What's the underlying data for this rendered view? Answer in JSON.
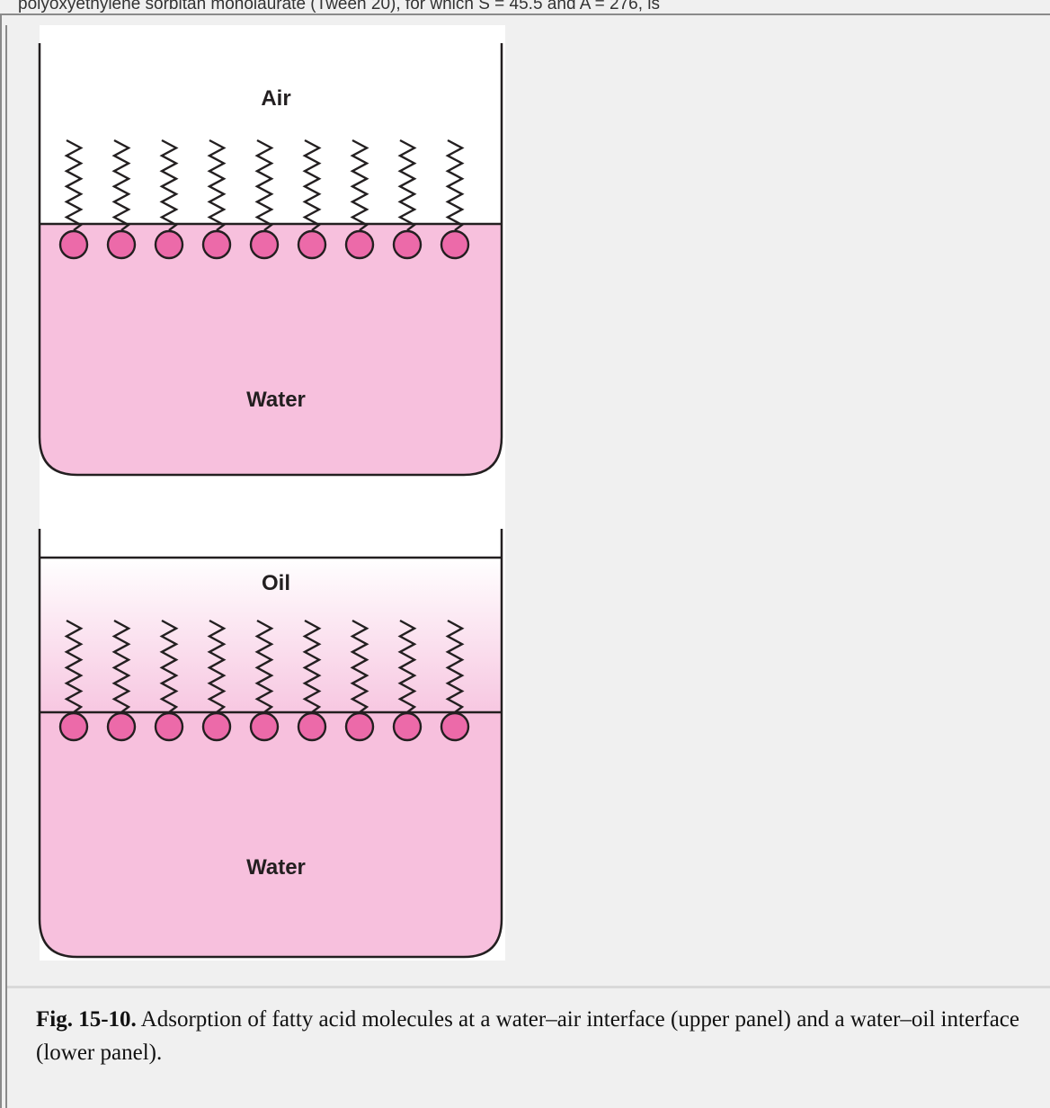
{
  "header": {
    "partial_text": "polyoxyethylene sorbitan monolaurate (Tween 20), for which S = 45.5 and A = 276, is"
  },
  "figure": {
    "upper_panel": {
      "top_phase_label": "Air",
      "bottom_phase_label": "Water",
      "molecule_count": 9
    },
    "lower_panel": {
      "top_phase_label": "Oil",
      "bottom_phase_label": "Water",
      "molecule_count": 9
    }
  },
  "caption": {
    "label": "Fig. 15-10.",
    "text": " Adsorption of fatty acid molecules at a water–air interface (upper panel) and a water–oil interface (lower panel)."
  },
  "colors": {
    "water": "#f7c0dd",
    "head_group": "#ec6aa9",
    "outline": "#231f20",
    "figure_background": "#ffffff",
    "page_background": "#f0f0f0"
  }
}
